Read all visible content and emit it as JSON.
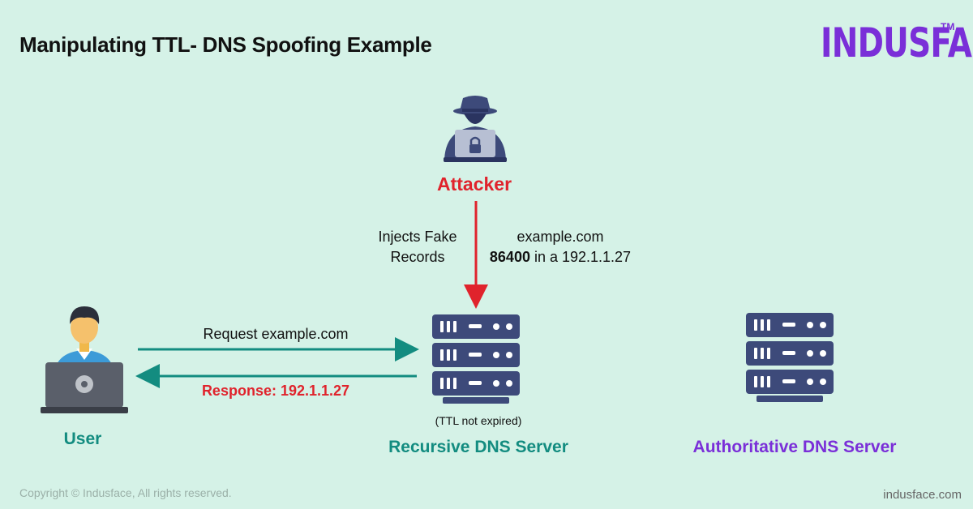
{
  "title": "Manipulating TTL- DNS Spoofing Example",
  "logo": {
    "text": "INDUSFACE",
    "tm": "TM"
  },
  "attacker": {
    "label": "Attacker"
  },
  "injection": {
    "line1": "Injects Fake",
    "line2": "Records",
    "record_domain": "example.com",
    "record_ttl": "86400",
    "record_rest": " in a 192.1.1.27"
  },
  "request": {
    "label": "Request example.com"
  },
  "response": {
    "label": "Response: 192.1.1.27"
  },
  "ttl_note": "(TTL not expired)",
  "user": {
    "label": "User"
  },
  "recursive_server": {
    "label": "Recursive DNS Server"
  },
  "authoritative_server": {
    "label": "Authoritative DNS Server"
  },
  "footer": {
    "copyright": "Copyright © Indusface, All rights reserved.",
    "site": "indusface.com"
  },
  "colors": {
    "background": "#d5f2e7",
    "attacker_red": "#e0232c",
    "teal": "#138c80",
    "purple": "#7a2fd8",
    "server_navy": "#3d4a7a"
  }
}
